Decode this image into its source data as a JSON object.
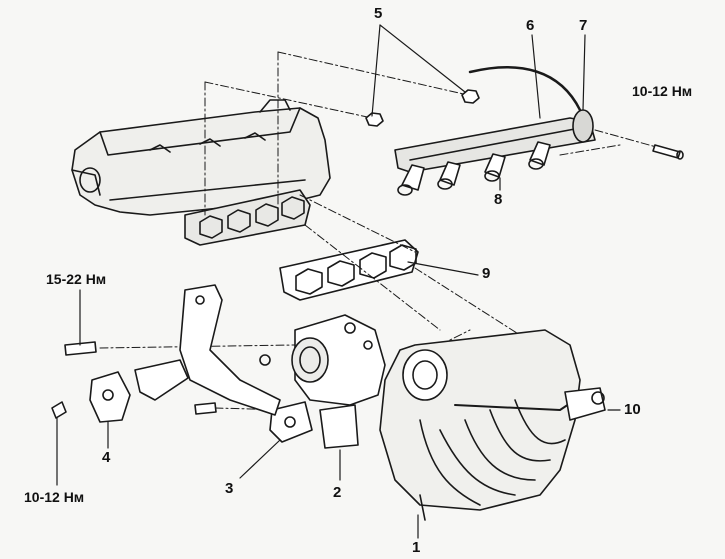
{
  "colors": {
    "ink": "#1a1a1a",
    "paper": "#f7f7f5",
    "shade": "#cfcfcf"
  },
  "callouts": {
    "n1": "1",
    "n2": "2",
    "n3": "3",
    "n4": "4",
    "n5": "5",
    "n6": "6",
    "n7": "7",
    "n8": "8",
    "n9": "9",
    "n10": "10"
  },
  "torques": {
    "injector_rail_bolt": "10-12 Нм",
    "bracket_bolt": "15-22 Нм",
    "mount_bolt": "10-12 Нм"
  }
}
